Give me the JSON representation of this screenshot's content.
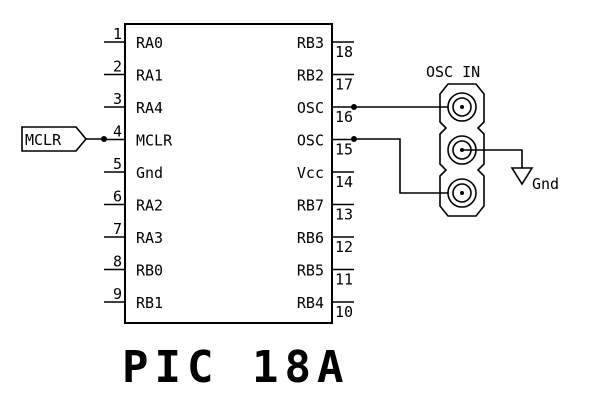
{
  "chip": {
    "title": "PIC 18A",
    "left_pins": [
      {
        "num": "1",
        "name": "RA0"
      },
      {
        "num": "2",
        "name": "RA1"
      },
      {
        "num": "3",
        "name": "RA4"
      },
      {
        "num": "4",
        "name": "MCLR"
      },
      {
        "num": "5",
        "name": "Gnd"
      },
      {
        "num": "6",
        "name": "RA2"
      },
      {
        "num": "7",
        "name": "RA3"
      },
      {
        "num": "8",
        "name": "RB0"
      },
      {
        "num": "9",
        "name": "RB1"
      }
    ],
    "right_pins": [
      {
        "num": "18",
        "name": "RB3"
      },
      {
        "num": "17",
        "name": "RB2"
      },
      {
        "num": "16",
        "name": "OSC"
      },
      {
        "num": "15",
        "name": "OSC"
      },
      {
        "num": "14",
        "name": "Vcc"
      },
      {
        "num": "13",
        "name": "RB7"
      },
      {
        "num": "12",
        "name": "RB6"
      },
      {
        "num": "11",
        "name": "RB5"
      },
      {
        "num": "10",
        "name": "RB4"
      }
    ]
  },
  "mclr_port": {
    "label": "MCLR"
  },
  "osc_connector": {
    "label": "OSC IN"
  },
  "ground": {
    "label": "Gnd"
  }
}
